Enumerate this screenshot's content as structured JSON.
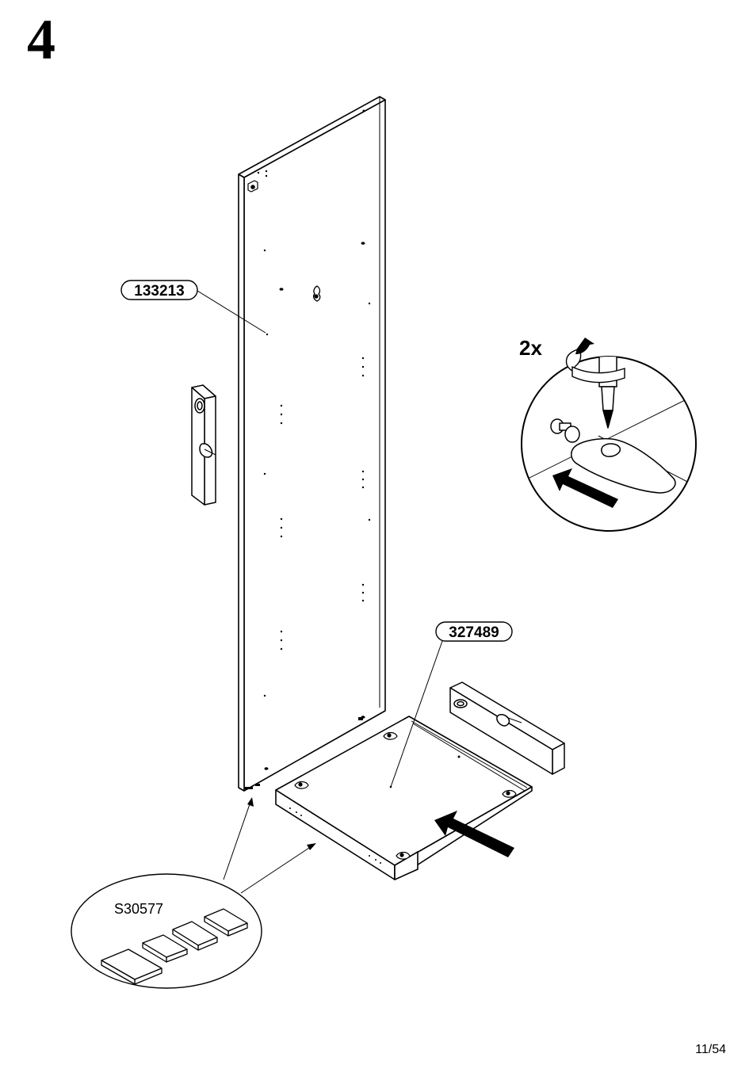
{
  "step": {
    "number": "4"
  },
  "parts": {
    "side_panel": {
      "code": "133213"
    },
    "bottom_panel": {
      "code": "327489"
    }
  },
  "hardware": {
    "code": "S30577"
  },
  "detail": {
    "quantity": "2x"
  },
  "footer": {
    "page": "11/54"
  },
  "icons": [
    "level-tool-icon",
    "screwdriver-icon",
    "cam-lock-icon",
    "push-arrow-icon",
    "rotate-arrow-icon",
    "floor-protector-pad-icon"
  ]
}
